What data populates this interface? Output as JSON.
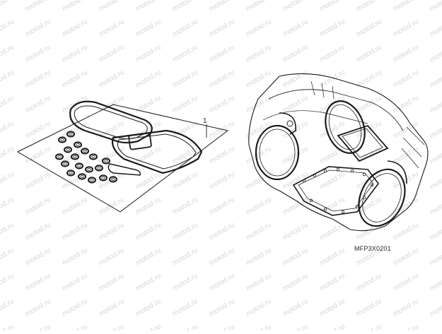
{
  "diagram": {
    "callouts": [
      {
        "label": "1"
      }
    ],
    "figure_code": "MFP3X0201",
    "watermark": "motod.ru",
    "colors": {
      "line": "#1a1a1a",
      "watermark": "#d6d6d6",
      "background": "#ffffff"
    }
  }
}
